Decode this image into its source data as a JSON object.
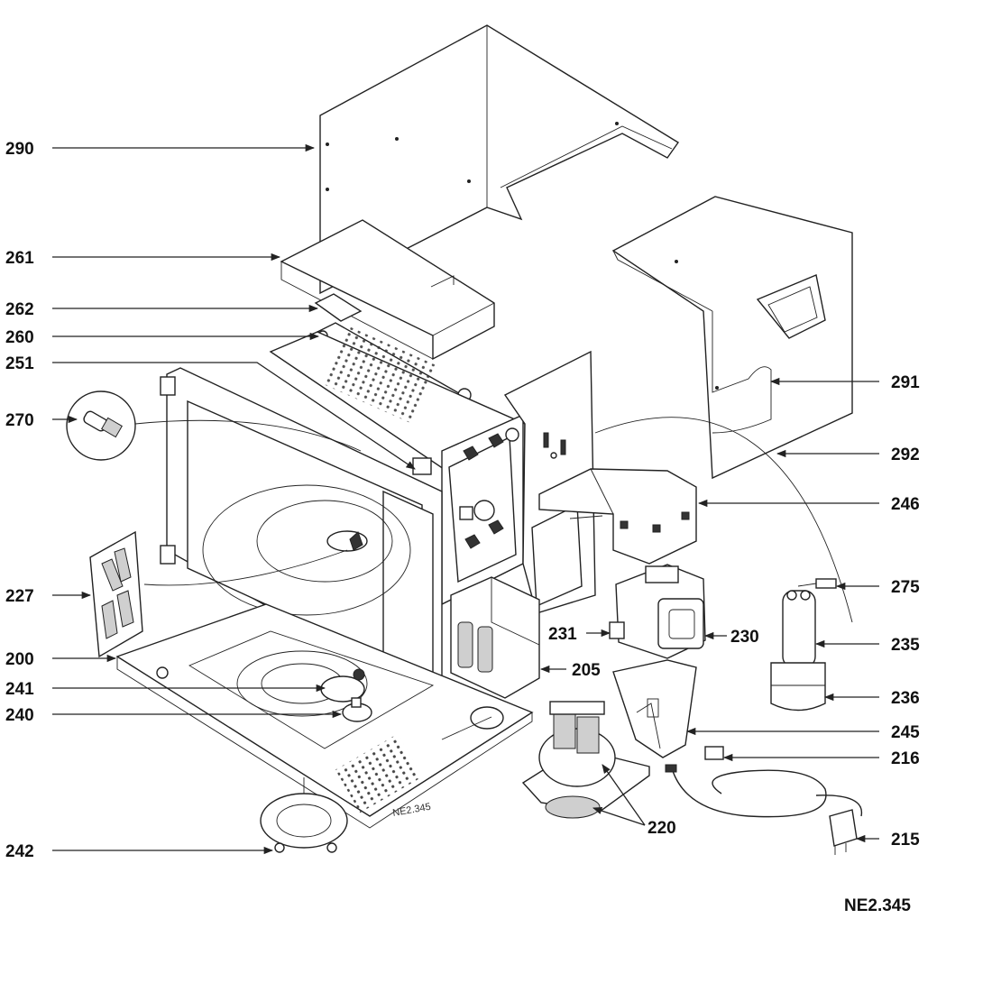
{
  "figure_id": "NE2.345",
  "figure_stamp": "NE2.345",
  "parts": {
    "p290": "290",
    "p261": "261",
    "p262": "262",
    "p260": "260",
    "p251": "251",
    "p270": "270",
    "p227": "227",
    "p200": "200",
    "p241": "241",
    "p240": "240",
    "p242": "242",
    "p291": "291",
    "p292": "292",
    "p246": "246",
    "p275": "275",
    "p231": "231",
    "p230": "230",
    "p235": "235",
    "p205": "205",
    "p236": "236",
    "p245": "245",
    "p216": "216",
    "p220": "220",
    "p215": "215"
  }
}
